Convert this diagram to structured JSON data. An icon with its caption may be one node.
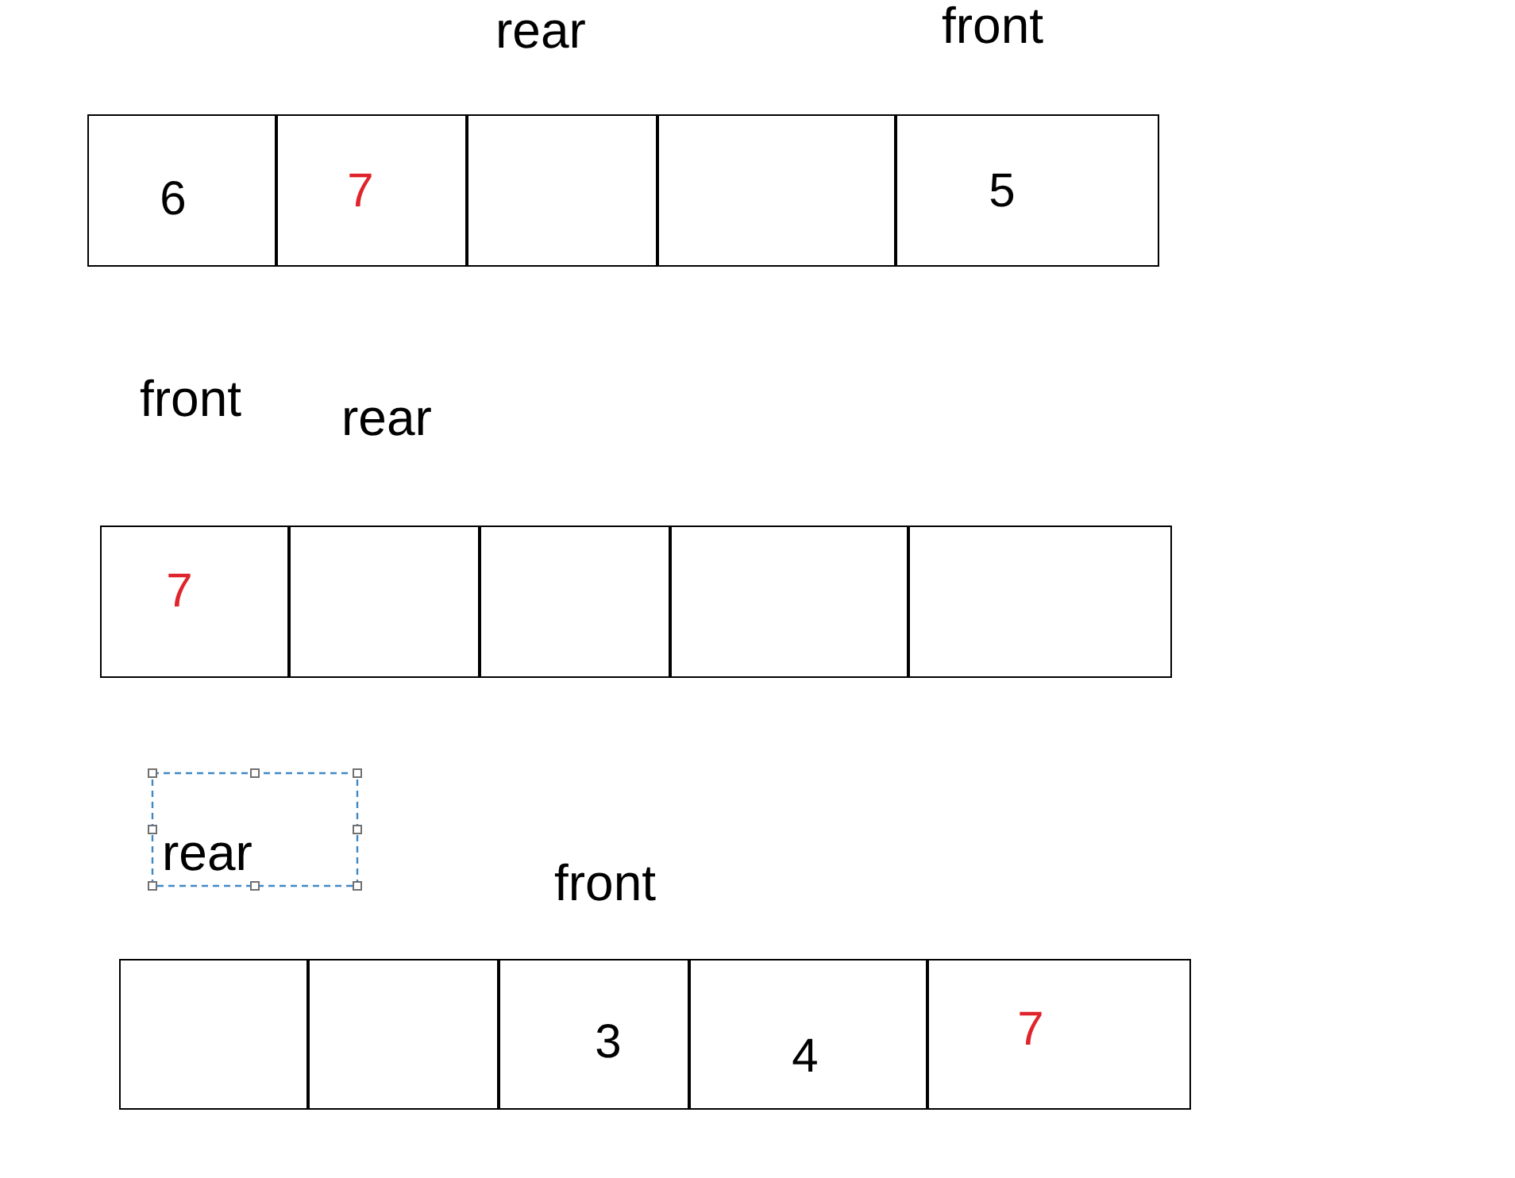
{
  "diagram": {
    "nodes": [
      {
        "text": [
          "6"
        ]
      },
      {
        "text": [
          "7"
        ]
      },
      {
        "text": [],
        "shape": "box"
      },
      {
        "text": [],
        "shape": "box"
      },
      {
        "text": [
          "5"
        ]
      },
      {
        "text": [
          "7"
        ]
      },
      {
        "text": [],
        "shape": "box"
      },
      {
        "text": [],
        "shape": "box"
      },
      {
        "text": [],
        "shape": "box"
      },
      {
        "text": [],
        "shape": "box"
      },
      {
        "text": [],
        "shape": "box"
      },
      {
        "text": [],
        "shape": "box"
      },
      {
        "text": [
          "3"
        ]
      },
      {
        "text": [
          "4"
        ]
      },
      {
        "text": [
          "7"
        ]
      }
    ],
    "labels": [
      "rear",
      "front",
      "front",
      "rear",
      "rear",
      "front"
    ]
  }
}
